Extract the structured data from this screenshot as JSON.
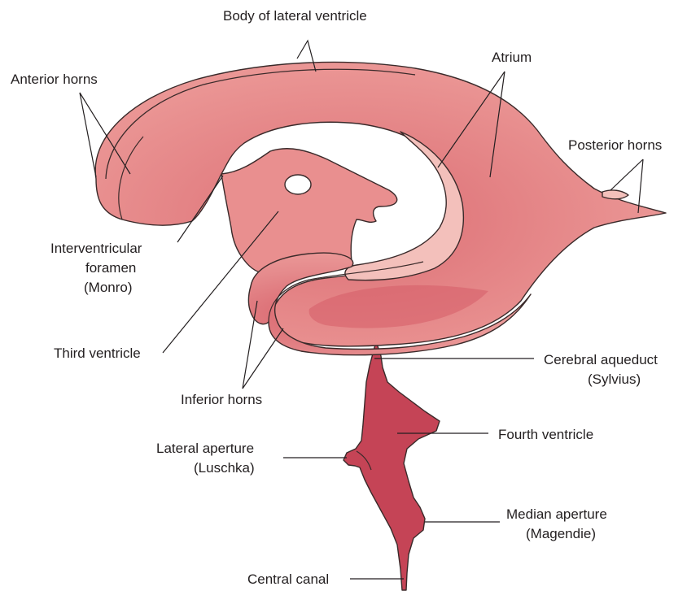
{
  "labels": {
    "body_of_lateral_ventricle": "Body of lateral ventricle",
    "anterior_horns": "Anterior horns",
    "atrium": "Atrium",
    "posterior_horns": "Posterior horns",
    "interventricular_foramen": [
      "Interventricular",
      "foramen",
      "(Monro)"
    ],
    "third_ventricle": "Third ventricle",
    "inferior_horns": "Inferior horns",
    "cerebral_aqueduct": [
      "Cerebral aqueduct",
      "(Sylvius)"
    ],
    "fourth_ventricle": "Fourth ventricle",
    "lateral_aperture": [
      "Lateral aperture",
      "(Luschka)"
    ],
    "median_aperture": [
      "Median aperture",
      "(Magendie)"
    ],
    "central_canal": "Central canal"
  },
  "colors": {
    "lateral_ventricle_fill": "#e98f8f",
    "lateral_ventricle_light": "#f3c0bb",
    "lateral_ventricle_dark": "#d9646b",
    "third_ventricle_fill": "#e98f8f",
    "fourth_ventricle_fill": "#c54456",
    "outline": "#3a2a2a",
    "text": "#231f20"
  }
}
